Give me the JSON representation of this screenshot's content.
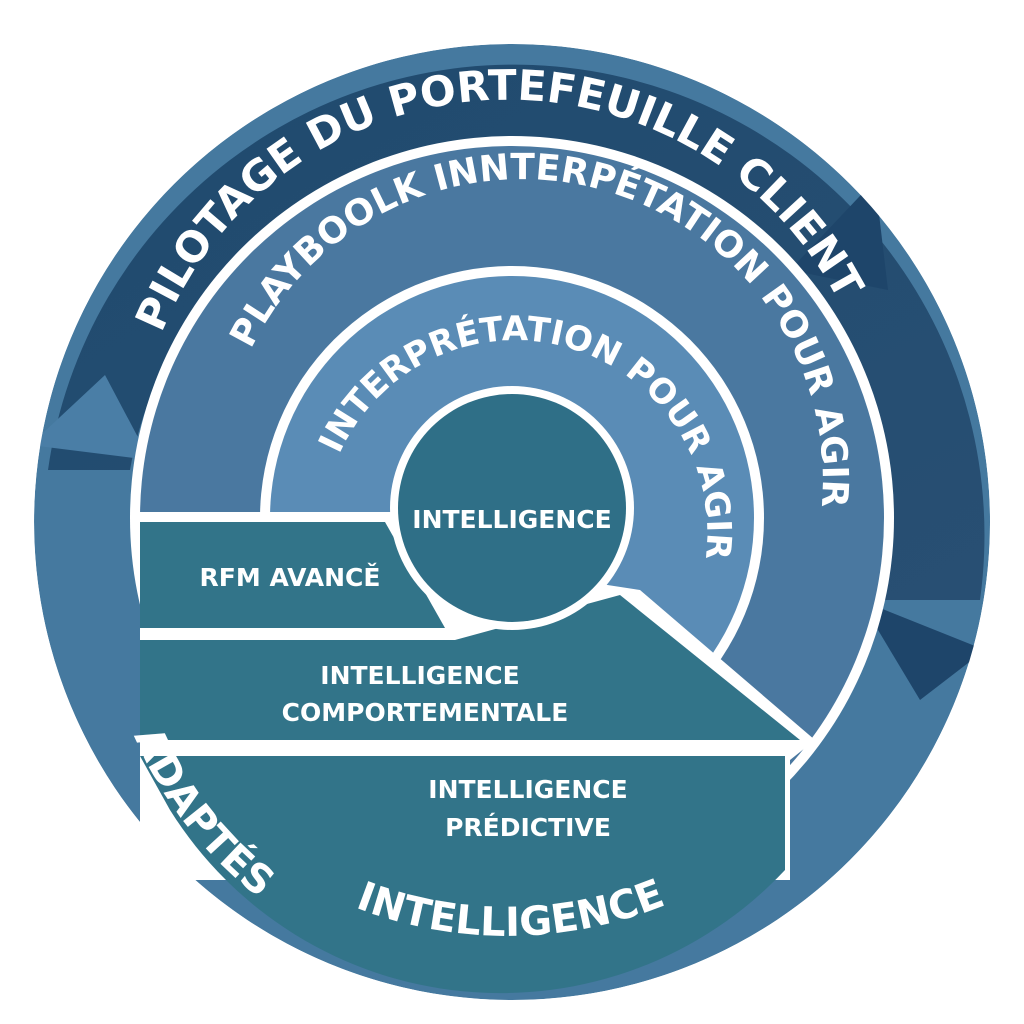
{
  "outer_ring": {
    "top_label": "PILOTAGE DU PORTEFEUILLE CLIENT",
    "left_label": "ADAPTÉS",
    "bottom_label": "INTELLIGENCE"
  },
  "middle_ring": {
    "label": "PLAYBOOLK INNTERPÉTATION POUR AGIR"
  },
  "inner_ring": {
    "label": "INTERPRÉTATION POUR AGIR"
  },
  "core": {
    "label": "INTELLIGENCE"
  },
  "bands": [
    {
      "lines": [
        "RFM AVANCĚ"
      ]
    },
    {
      "lines": [
        "INTELLIGENCE",
        "COMPORTEMENTALE"
      ]
    },
    {
      "lines": [
        "INTELLIGENCE",
        "PRÉDICTIVE"
      ]
    }
  ],
  "colors": {
    "outer_ring_dark": "#1f4a6e",
    "outer_ring_light": "#45799f",
    "middle_ring": "#4a78a0",
    "inner_ring": "#5a8cb6",
    "core": "#2f6f87",
    "band": "#327489",
    "divider": "#ffffff"
  }
}
